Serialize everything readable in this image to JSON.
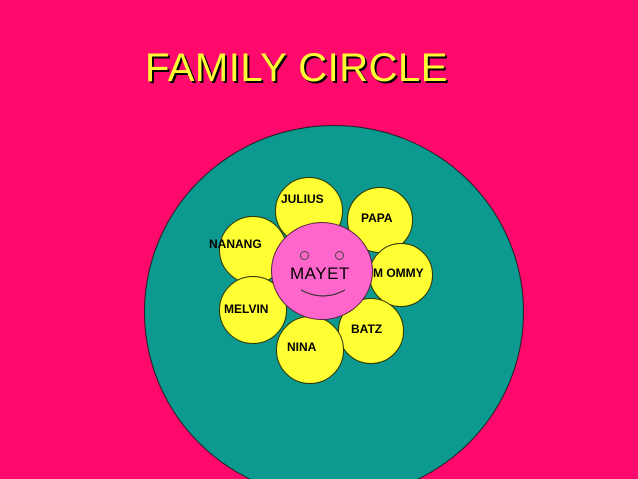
{
  "slide": {
    "title": "FAMILY CIRCLE",
    "colors": {
      "background": "#FF0A6C",
      "title_text": "#FFFF33",
      "outer_circle": "#0C9A90",
      "petal": "#FFFF33",
      "center": "#FF66CC"
    }
  },
  "center": {
    "label": "MAYET",
    "face": "smiley-face"
  },
  "petals": [
    {
      "label": "JULIUS"
    },
    {
      "label": "PAPA"
    },
    {
      "label": "NANANG"
    },
    {
      "label": "M OMMY"
    },
    {
      "label": "MELVIN"
    },
    {
      "label": "BATZ"
    },
    {
      "label": "NINA"
    }
  ]
}
